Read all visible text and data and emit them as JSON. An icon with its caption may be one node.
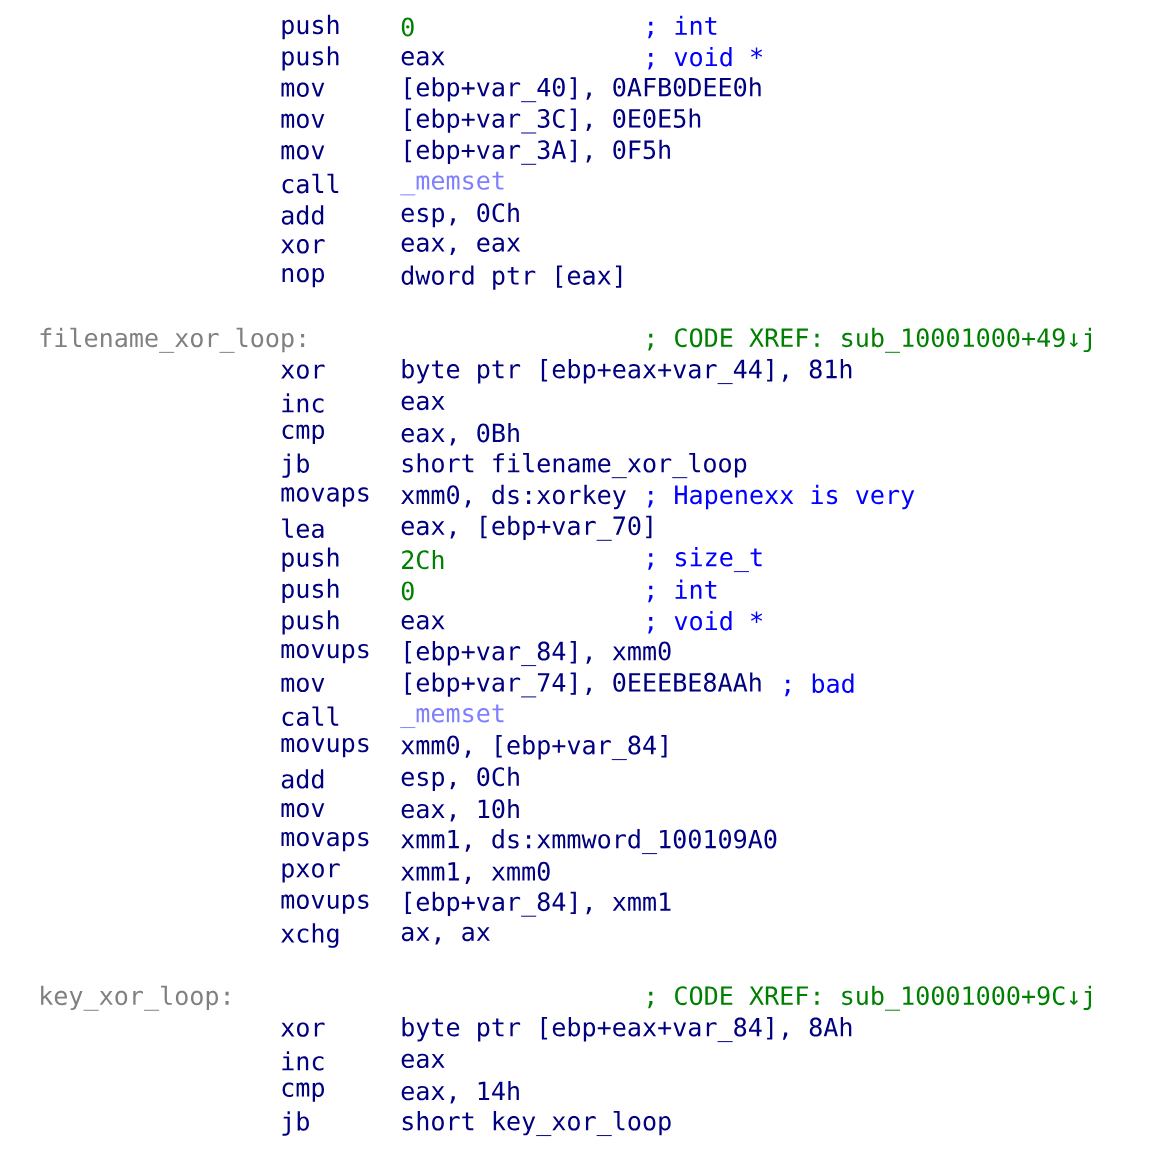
{
  "diagram": {
    "labels": [
      "push",
      "0",
      "; int",
      "push",
      "eax",
      "; void *",
      "mov",
      "[ebp+var_40], 0AFB0DEE0h",
      "mov",
      "[ebp+var_3C], 0E0E5h",
      "mov",
      "[ebp+var_3A], 0F5h",
      "call",
      "_memset",
      "add",
      "esp, 0Ch",
      "xor",
      "eax, eax",
      "nop",
      "dword ptr [eax]",
      "filename_xor_loop:",
      "; CODE XREF: sub_10001000+49↓j",
      "xor",
      "byte ptr [ebp+eax+var_44], 81h",
      "inc",
      "eax",
      "cmp",
      "eax, 0Bh",
      "jb",
      "short filename_xor_loop",
      "movaps",
      "xmm0, ds:xorkey",
      "; Hapenexx is very",
      "lea",
      "eax, [ebp+var_70]",
      "push",
      "2Ch",
      "; size_t",
      "push",
      "0",
      "; int",
      "push",
      "eax",
      "; void *",
      "movups",
      "[ebp+var_84], xmm0",
      "mov",
      "[ebp+var_74], 0EEEBE8AAh",
      "; bad",
      "call",
      "_memset",
      "movups",
      "xmm0, [ebp+var_84]",
      "add",
      "esp, 0Ch",
      "mov",
      "eax, 10h",
      "movaps",
      "xmm1, ds:xmmword_100109A0",
      "pxor",
      "xmm1, xmm0",
      "movups",
      "[ebp+var_84], xmm1",
      "xchg",
      "ax, ax",
      "key_xor_loop:",
      "; CODE XREF: sub_10001000+9C↓j",
      "xor",
      "byte ptr [ebp+eax+var_84], 8Ah",
      "inc",
      "eax",
      "cmp",
      "eax, 14h",
      "jb",
      "short key_xor_loop"
    ]
  }
}
